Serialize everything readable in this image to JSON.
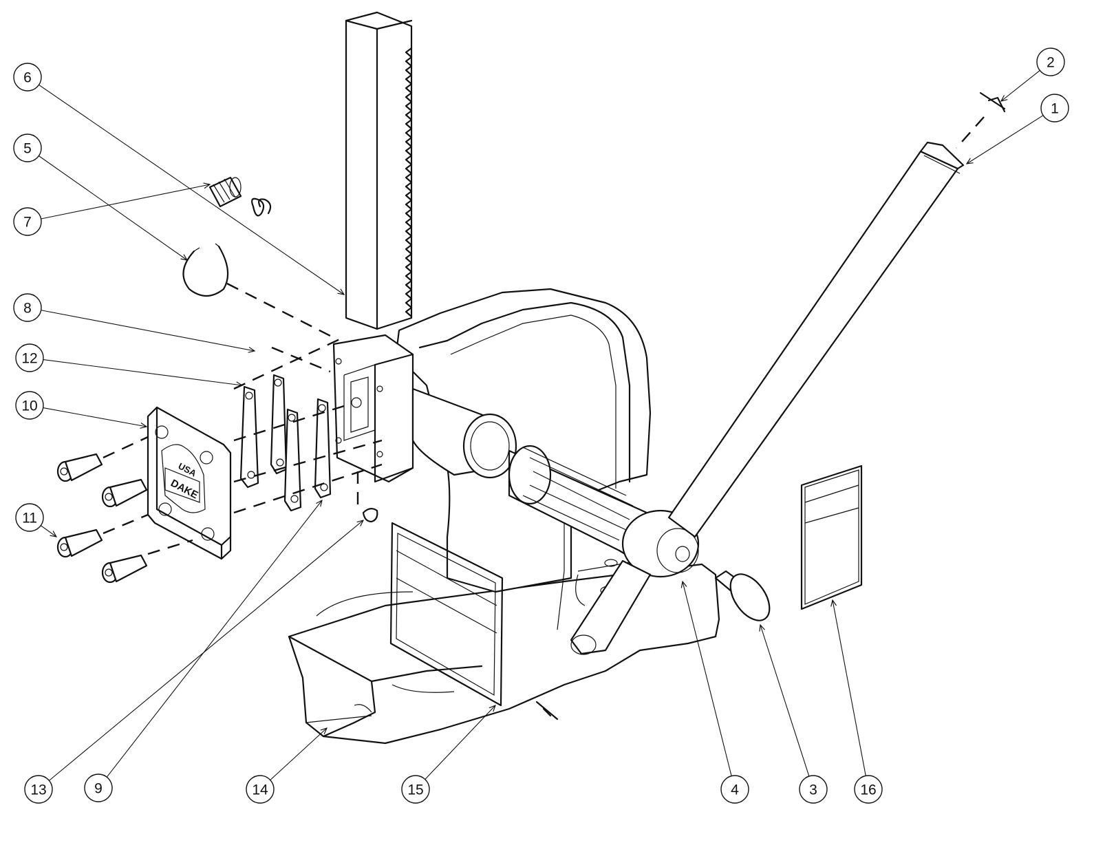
{
  "diagram": {
    "plate_marking": {
      "country": "USA",
      "brand": "DAKE"
    },
    "callouts": [
      {
        "id": "callout-1",
        "label": "1"
      },
      {
        "id": "callout-2",
        "label": "2"
      },
      {
        "id": "callout-3",
        "label": "3"
      },
      {
        "id": "callout-4",
        "label": "4"
      },
      {
        "id": "callout-5",
        "label": "5"
      },
      {
        "id": "callout-6",
        "label": "6"
      },
      {
        "id": "callout-7",
        "label": "7"
      },
      {
        "id": "callout-8",
        "label": "8"
      },
      {
        "id": "callout-9",
        "label": "9"
      },
      {
        "id": "callout-10",
        "label": "10"
      },
      {
        "id": "callout-11",
        "label": "11"
      },
      {
        "id": "callout-12",
        "label": "12"
      },
      {
        "id": "callout-13",
        "label": "13"
      },
      {
        "id": "callout-14",
        "label": "14"
      },
      {
        "id": "callout-15",
        "label": "15"
      },
      {
        "id": "callout-16",
        "label": "16"
      }
    ]
  }
}
